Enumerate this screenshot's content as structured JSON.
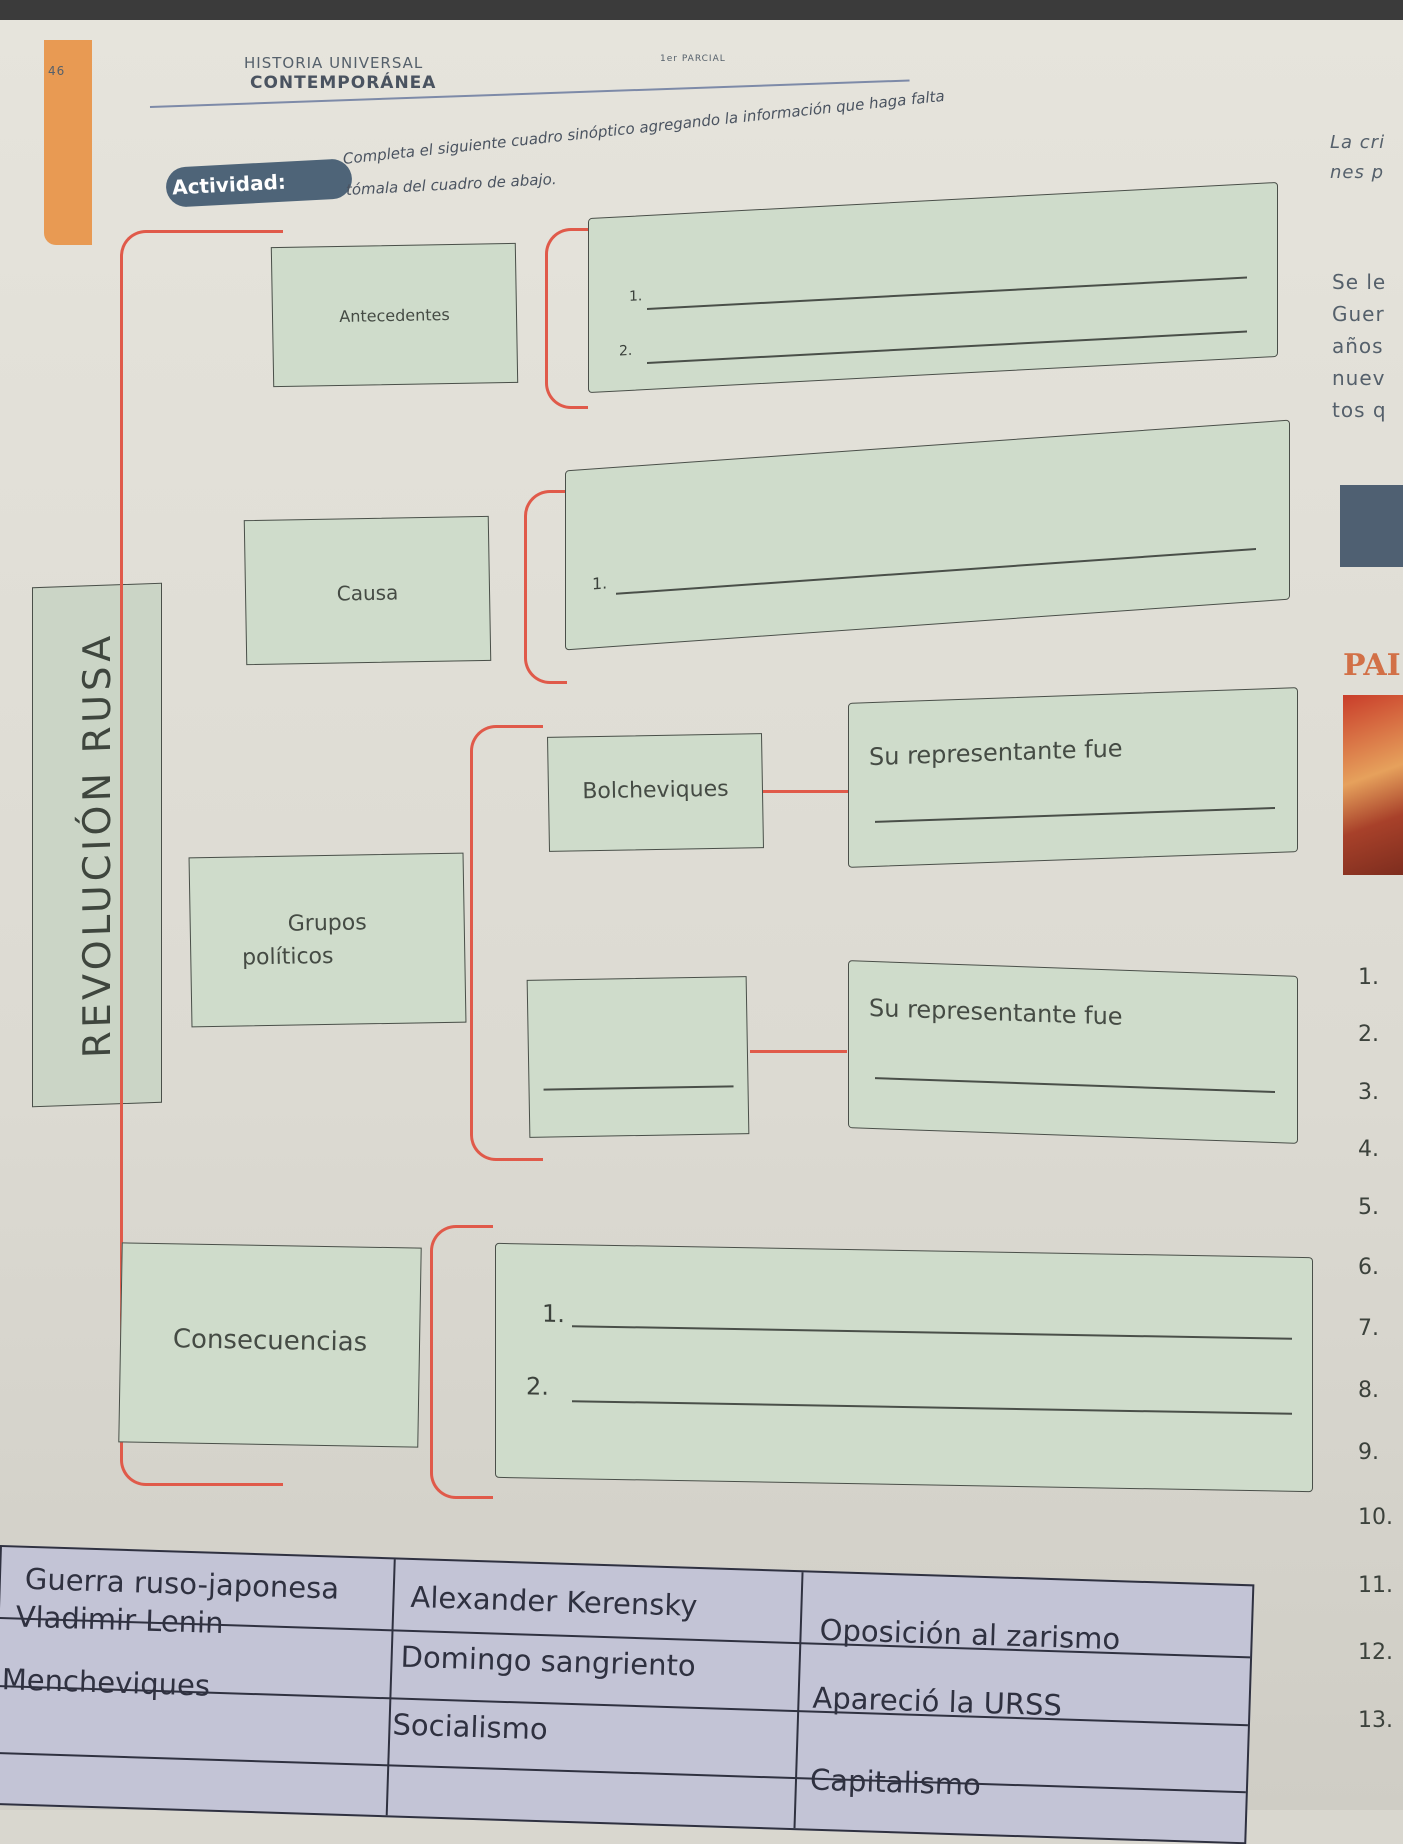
{
  "header": {
    "page_number": "46",
    "title_line1": "HISTORIA UNIVERSAL",
    "title_line2": "CONTEMPORÁNEA",
    "partial": "1er PARCIAL"
  },
  "activity": {
    "badge": "Actividad:",
    "instruction_line1": "Completa el siguiente cuadro sinóptico agregando la información que haga falta",
    "instruction_line2": "tómala del cuadro de abajo."
  },
  "chart": {
    "main_title": "REVOLUCIÓN RUSA",
    "antecedentes": {
      "label": "Antecedentes",
      "item1": "1.",
      "item2": "2."
    },
    "causa": {
      "label": "Causa",
      "item1": "1."
    },
    "grupos": {
      "label_line1": "Grupos",
      "label_line2": "políticos",
      "group1": "Bolcheviques",
      "representative1": "Su representante fue",
      "representative2": "Su representante fue"
    },
    "consecuencias": {
      "label": "Consecuencias",
      "item1": "1.",
      "item2": "2."
    }
  },
  "right_column": {
    "text_lines": [
      "La cri",
      "nes p",
      "Se le",
      "Guer",
      "años",
      "nuev",
      "tos q"
    ],
    "banner": "PAI",
    "numbers": [
      "1.",
      "2.",
      "3.",
      "4.",
      "5.",
      "6.",
      "7.",
      "8.",
      "9.",
      "10.",
      "11.",
      "12.",
      "13."
    ]
  },
  "word_bank": {
    "col1": [
      "Guerra ruso-japonesa",
      "Vladimir Lenin",
      "Mencheviques"
    ],
    "col2": [
      "Alexander Kerensky",
      "Domingo sangriento",
      "Socialismo"
    ],
    "col3": [
      "Oposición al zarismo",
      "Apareció la URSS",
      "Capitalismo"
    ]
  },
  "colors": {
    "box_green": "#cfdccb",
    "brace_red": "#e05a4a",
    "badge_blue": "#4e6478",
    "tab_orange": "#e89a53",
    "word_bank_bg": "#c3c4d6"
  }
}
